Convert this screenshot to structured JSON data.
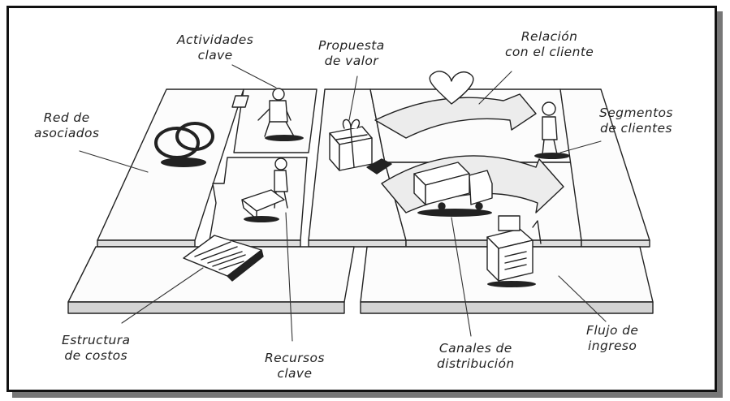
{
  "labels": {
    "actividades": "Actividades\nclave",
    "propuesta": "Propuesta\nde valor",
    "relacion": "Relación\ncon el cliente",
    "red": "Red de\nasociados",
    "segmentos": "Segmentos\nde clientes",
    "estructura": "Estructura\nde costos",
    "recursos": "Recursos\nclave",
    "canales": "Canales de\ndistribución",
    "flujo": "Flujo de\ningreso"
  }
}
